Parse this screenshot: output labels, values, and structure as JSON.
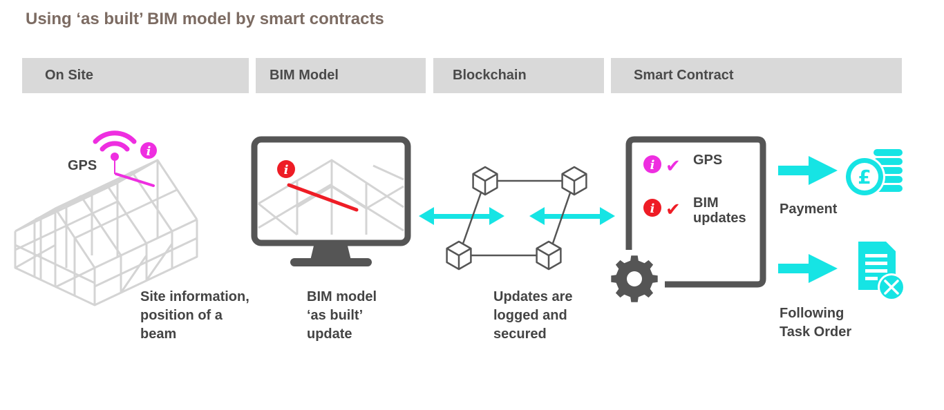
{
  "title": "Using ‘as built’ BIM model by smart contracts",
  "headers": [
    "On Site",
    "BIM Model",
    "Blockchain",
    "Smart Contract"
  ],
  "captions": {
    "site": [
      "Site information,",
      "position of a",
      "beam"
    ],
    "bim": [
      "BIM model",
      "‘as built’",
      "update"
    ],
    "chain": [
      "Updates are",
      "logged and",
      "secured"
    ]
  },
  "labels": {
    "gps_site": "GPS",
    "gps_contract": "GPS",
    "bim_updates": [
      "BIM",
      "updates"
    ],
    "payment": "Payment",
    "task_order": [
      "Following",
      "Task Order"
    ],
    "currency_symbol": "£",
    "info_glyph": "i",
    "check_glyph": "✔"
  },
  "colors": {
    "magenta": "#ee2ee0",
    "red": "#ee1c25",
    "cyan": "#16e4e4",
    "dark": "#555555",
    "header_bg": "#d9d9d9",
    "title": "#7c6b62"
  }
}
